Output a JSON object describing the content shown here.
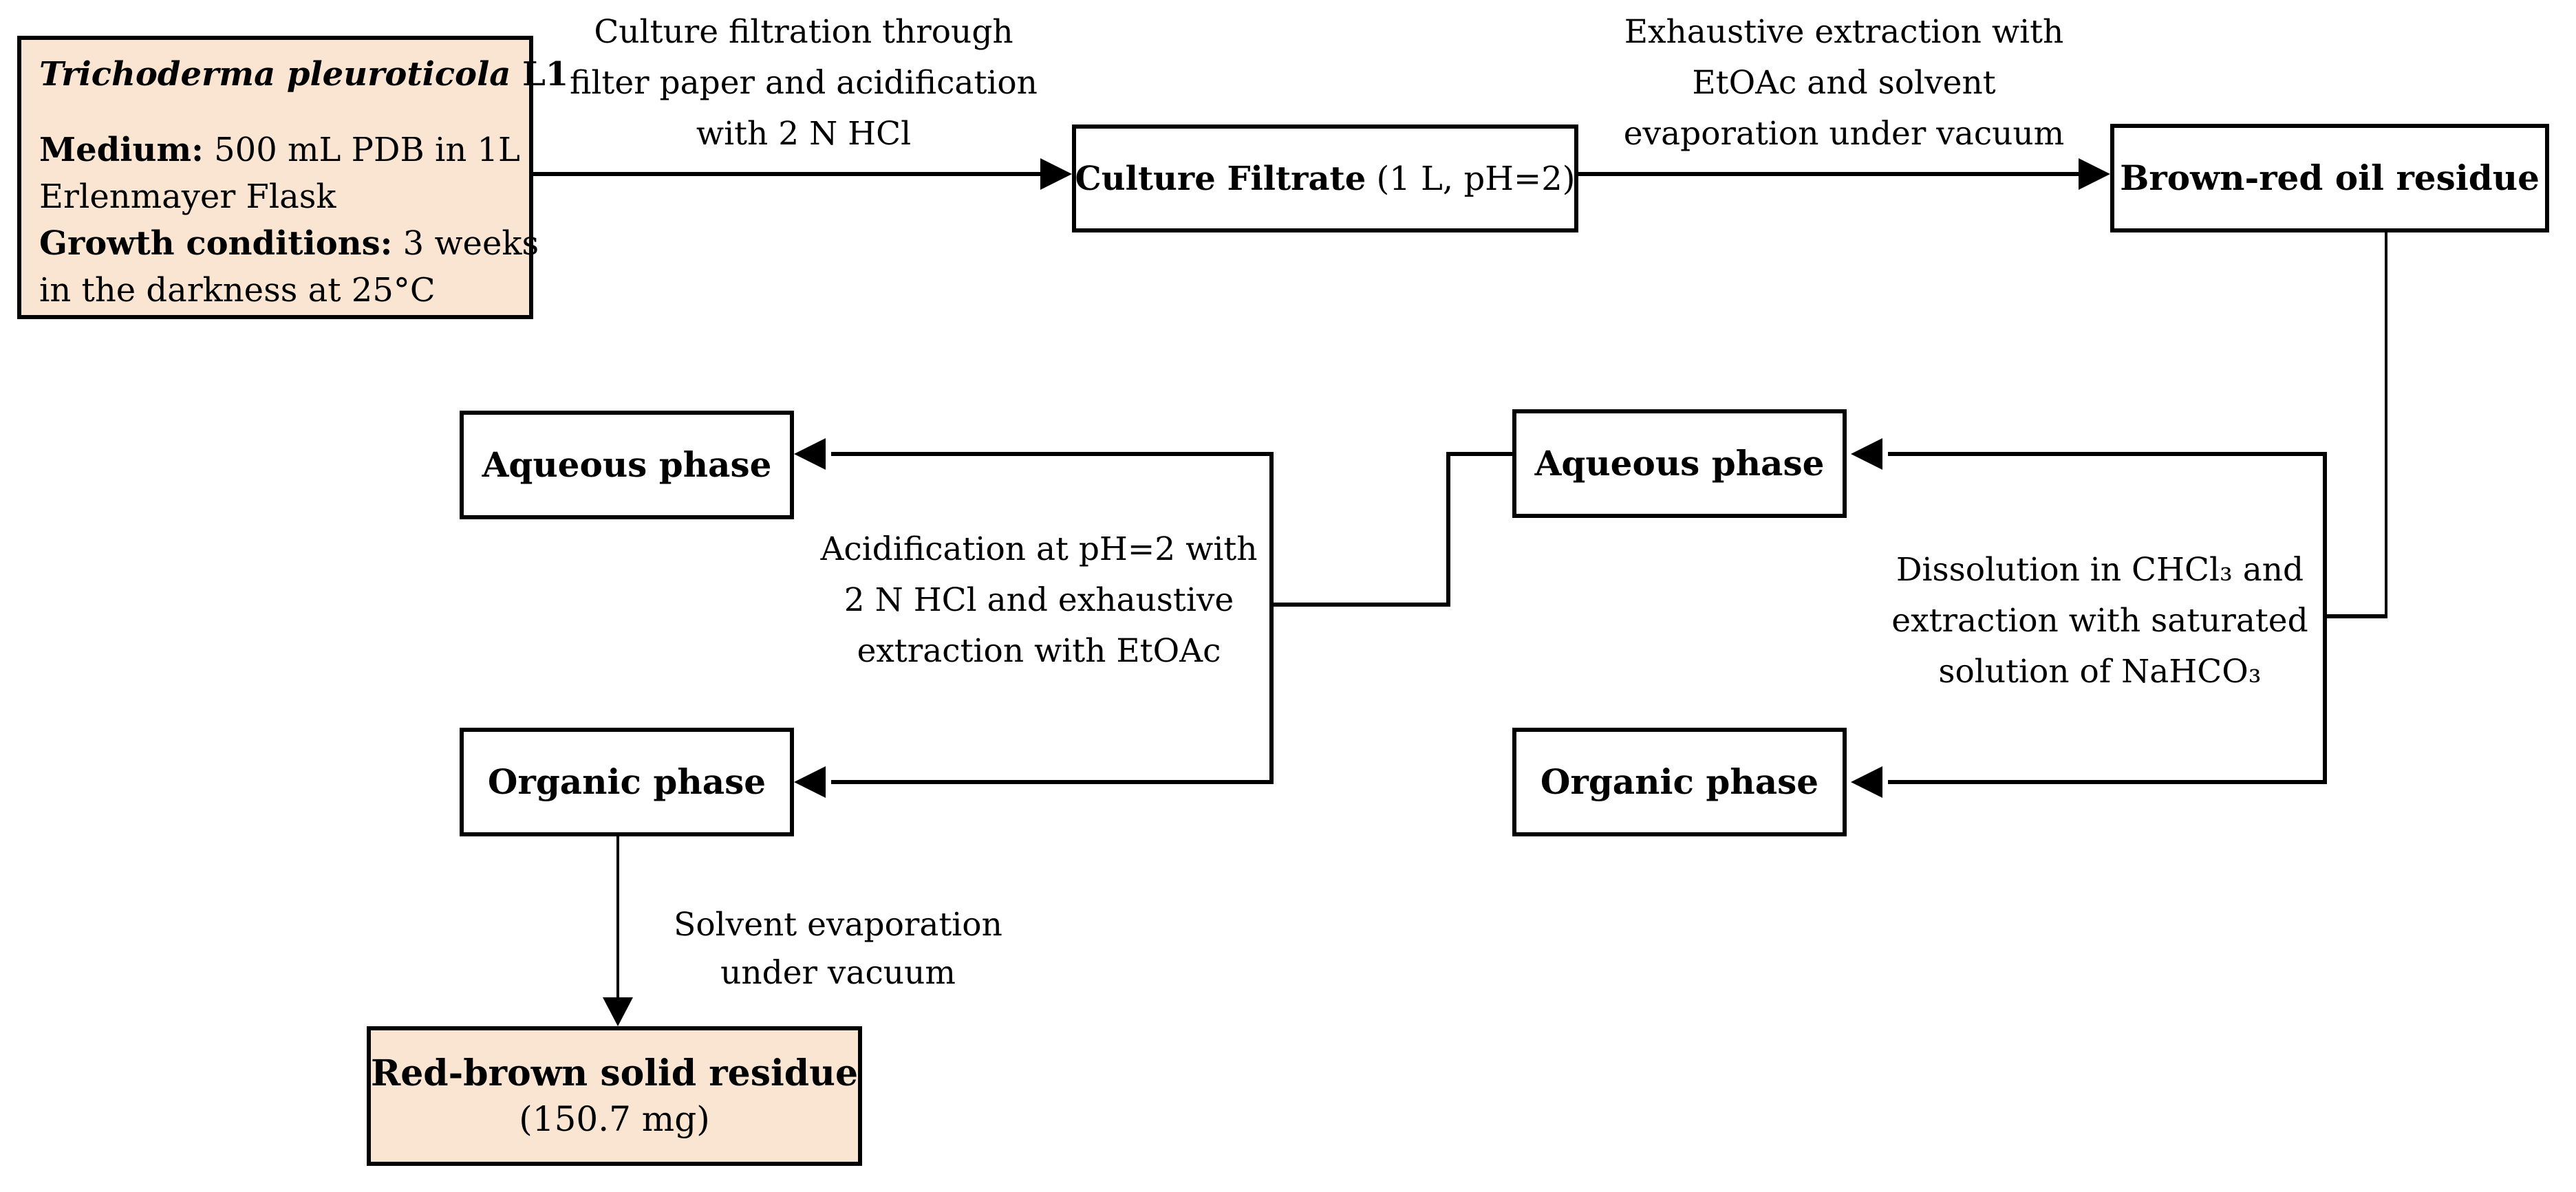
{
  "colors": {
    "highlight_fill": "#fae5d3",
    "box_fill": "#ffffff",
    "line_color": "#000000",
    "text_color": "#000000"
  },
  "nodes": {
    "culture": {
      "title_italic": "Trichoderma pleuroticola",
      "title_rest": " L1",
      "line1_bold": "Medium:",
      "line1_rest": " 500 mL PDB in 1L",
      "line2": "Erlenmayer Flask",
      "line3_bold": "Growth conditions:",
      "line3_rest": " 3 weeks",
      "line4": "in the darkness at 25°C"
    },
    "culture_filtrate": {
      "bold": "Culture Filtrate",
      "rest": " (1 L, pH=2)"
    },
    "brown_red_oil": {
      "label": "Brown-red oil residue"
    },
    "aqueous_right": {
      "label": "Aqueous phase"
    },
    "organic_right": {
      "label": "Organic phase"
    },
    "aqueous_left": {
      "label": "Aqueous phase"
    },
    "organic_left": {
      "label": "Organic phase"
    },
    "red_brown_solid": {
      "line1": "Red-brown solid residue",
      "line2": "(150.7 mg)"
    }
  },
  "edge_labels": {
    "filtration": {
      "lines": [
        "Culture filtration through",
        "filter paper and acidification",
        "with 2 N HCl"
      ]
    },
    "etoac_extraction": {
      "lines": [
        "Exhaustive extraction with",
        "EtOAc and solvent",
        "evaporation under vacuum"
      ]
    },
    "dissolution": {
      "lines": [
        "Dissolution in CHCl₃ and",
        "extraction with saturated",
        "solution of NaHCO₃"
      ]
    },
    "acidification": {
      "lines": [
        "Acidification at pH=2 with",
        "2 N HCl and exhaustive",
        "extraction with EtOAc"
      ]
    },
    "evaporation": {
      "lines": [
        "Solvent evaporation",
        "under vacuum"
      ]
    }
  }
}
